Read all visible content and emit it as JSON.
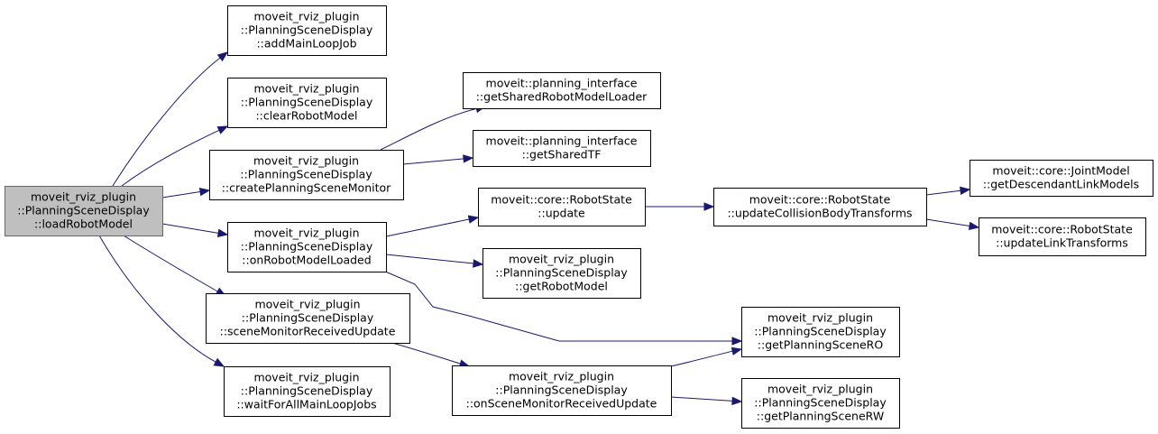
{
  "graph": {
    "nodes": [
      {
        "id": "loadRobotModel",
        "label": [
          "moveit_rviz_plugin",
          "::PlanningSceneDisplay",
          "::loadRobotModel"
        ],
        "root": true
      },
      {
        "id": "addMainLoopJob",
        "label": [
          "moveit_rviz_plugin",
          "::PlanningSceneDisplay",
          "::addMainLoopJob"
        ]
      },
      {
        "id": "clearRobotModel",
        "label": [
          "moveit_rviz_plugin",
          "::PlanningSceneDisplay",
          "::clearRobotModel"
        ]
      },
      {
        "id": "createPlanningSceneMonitor",
        "label": [
          "moveit_rviz_plugin",
          "::PlanningSceneDisplay",
          "::createPlanningSceneMonitor"
        ]
      },
      {
        "id": "onRobotModelLoaded",
        "label": [
          "moveit_rviz_plugin",
          "::PlanningSceneDisplay",
          "::onRobotModelLoaded"
        ]
      },
      {
        "id": "sceneMonitorReceivedUpdate",
        "label": [
          "moveit_rviz_plugin",
          "::PlanningSceneDisplay",
          "::sceneMonitorReceivedUpdate"
        ]
      },
      {
        "id": "waitForAllMainLoopJobs",
        "label": [
          "moveit_rviz_plugin",
          "::PlanningSceneDisplay",
          "::waitForAllMainLoopJobs"
        ]
      },
      {
        "id": "getSharedRobotModelLoader",
        "label": [
          "moveit::planning_interface",
          "::getSharedRobotModelLoader"
        ]
      },
      {
        "id": "getSharedTF",
        "label": [
          "moveit::planning_interface",
          "::getSharedTF"
        ]
      },
      {
        "id": "robotStateUpdate",
        "label": [
          "moveit::core::RobotState",
          "::update"
        ]
      },
      {
        "id": "getRobotModel",
        "label": [
          "moveit_rviz_plugin",
          "::PlanningSceneDisplay",
          "::getRobotModel"
        ]
      },
      {
        "id": "onSceneMonitorReceivedUpdate",
        "label": [
          "moveit_rviz_plugin",
          "::PlanningSceneDisplay",
          "::onSceneMonitorReceivedUpdate"
        ]
      },
      {
        "id": "updateCollisionBodyTransforms",
        "label": [
          "moveit::core::RobotState",
          "::updateCollisionBodyTransforms"
        ]
      },
      {
        "id": "getPlanningSceneRO",
        "label": [
          "moveit_rviz_plugin",
          "::PlanningSceneDisplay",
          "::getPlanningSceneRO"
        ]
      },
      {
        "id": "getPlanningSceneRW",
        "label": [
          "moveit_rviz_plugin",
          "::PlanningSceneDisplay",
          "::getPlanningSceneRW"
        ]
      },
      {
        "id": "getDescendantLinkModels",
        "label": [
          "moveit::core::JointModel",
          "::getDescendantLinkModels"
        ]
      },
      {
        "id": "updateLinkTransforms",
        "label": [
          "moveit::core::RobotState",
          "::updateLinkTransforms"
        ]
      }
    ],
    "edges": [
      {
        "from": "loadRobotModel",
        "to": "addMainLoopJob"
      },
      {
        "from": "loadRobotModel",
        "to": "clearRobotModel"
      },
      {
        "from": "loadRobotModel",
        "to": "createPlanningSceneMonitor"
      },
      {
        "from": "loadRobotModel",
        "to": "onRobotModelLoaded"
      },
      {
        "from": "loadRobotModel",
        "to": "sceneMonitorReceivedUpdate"
      },
      {
        "from": "loadRobotModel",
        "to": "waitForAllMainLoopJobs"
      },
      {
        "from": "createPlanningSceneMonitor",
        "to": "getSharedRobotModelLoader"
      },
      {
        "from": "createPlanningSceneMonitor",
        "to": "getSharedTF"
      },
      {
        "from": "onRobotModelLoaded",
        "to": "robotStateUpdate"
      },
      {
        "from": "onRobotModelLoaded",
        "to": "getRobotModel"
      },
      {
        "from": "onRobotModelLoaded",
        "to": "getPlanningSceneRO"
      },
      {
        "from": "sceneMonitorReceivedUpdate",
        "to": "onSceneMonitorReceivedUpdate"
      },
      {
        "from": "robotStateUpdate",
        "to": "updateCollisionBodyTransforms"
      },
      {
        "from": "updateCollisionBodyTransforms",
        "to": "getDescendantLinkModels"
      },
      {
        "from": "updateCollisionBodyTransforms",
        "to": "updateLinkTransforms"
      },
      {
        "from": "onSceneMonitorReceivedUpdate",
        "to": "getPlanningSceneRO"
      },
      {
        "from": "onSceneMonitorReceivedUpdate",
        "to": "getPlanningSceneRW"
      }
    ]
  }
}
